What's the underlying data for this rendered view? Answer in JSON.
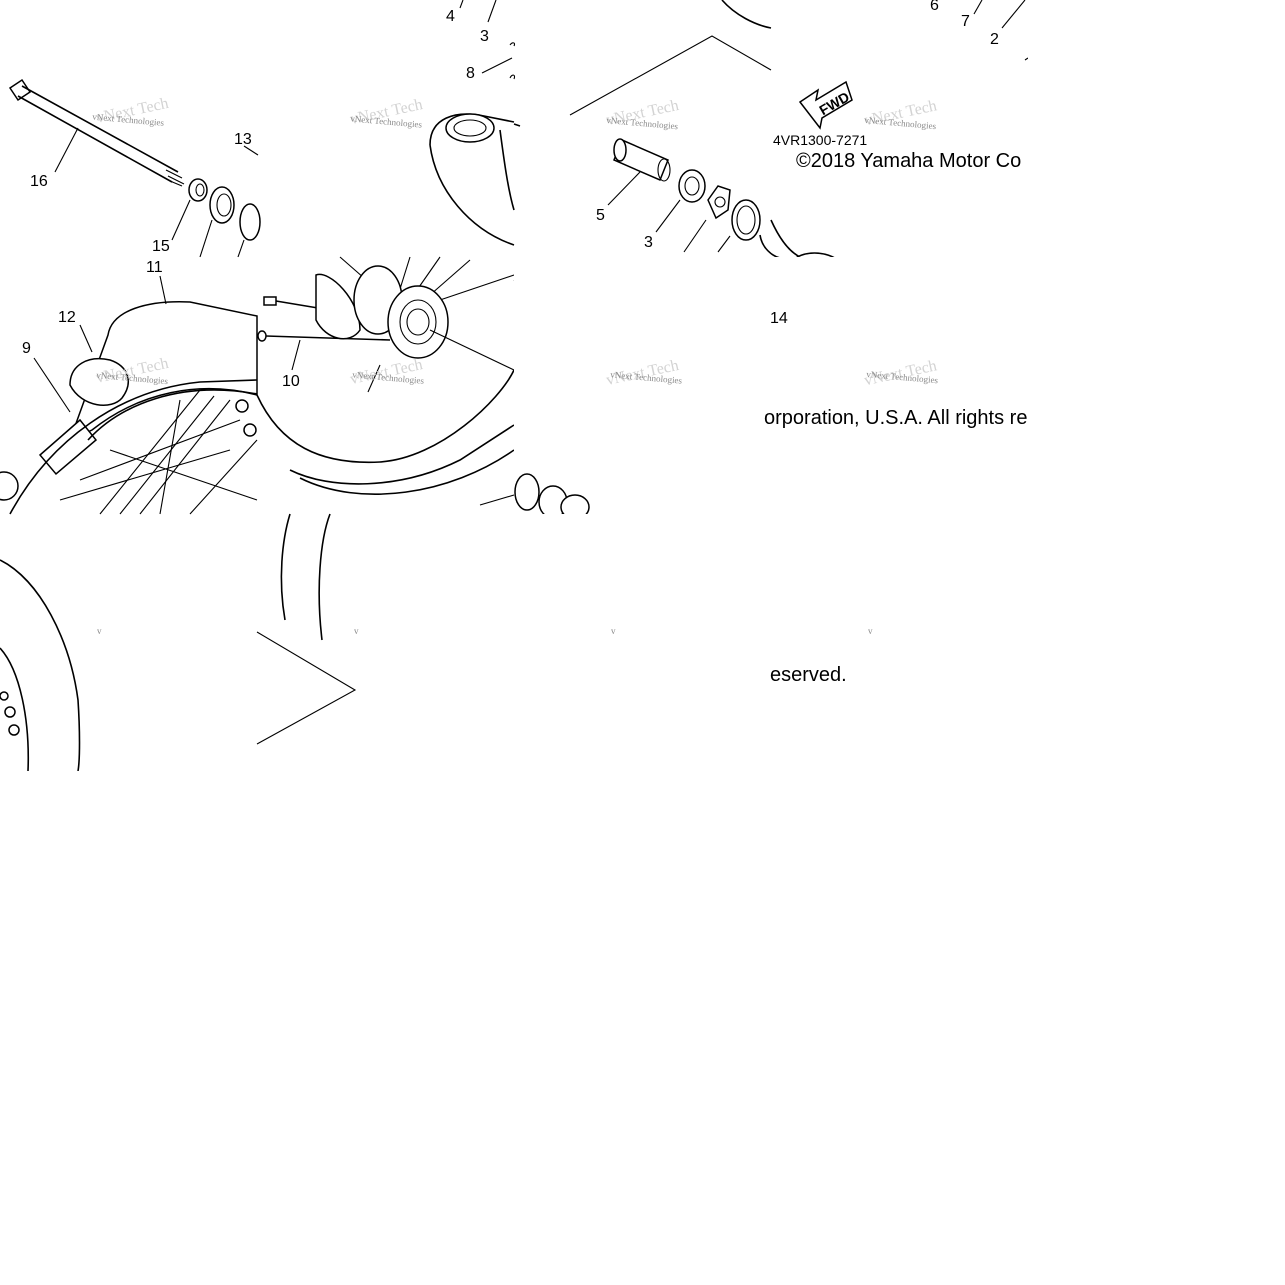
{
  "diagram": {
    "callouts": [
      "4",
      "3",
      "8",
      "16",
      "13",
      "15",
      "11",
      "12",
      "9",
      "10",
      "5",
      "3",
      "6",
      "7",
      "2",
      "14"
    ],
    "fwd_label": "FWD",
    "part_code": "4VR1300-7271",
    "copyright_line1": "©2018 Yamaha Motor Co",
    "copyright_line2": "orporation, U.S.A. All rights re",
    "copyright_line3": "eserved.",
    "watermark": "vNext Technologies",
    "watermark_short": "v"
  }
}
